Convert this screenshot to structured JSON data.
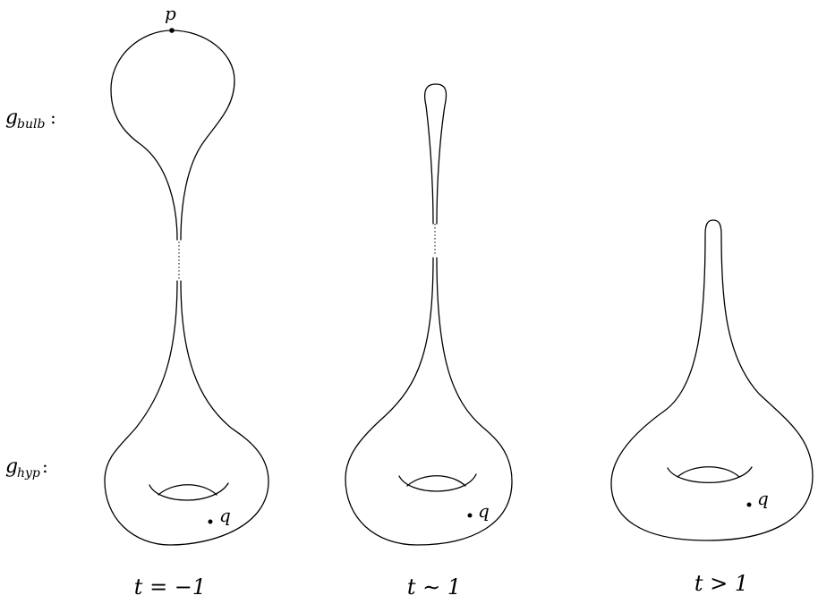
{
  "labels": {
    "bulb_g": "g",
    "bulb_sub": "bulb",
    "hyp_g": "g",
    "hyp_sub": "hyp",
    "colon": ":",
    "point_p": "p",
    "point_q1": "q",
    "point_q2": "q",
    "point_q3": "q"
  },
  "captions": {
    "left": "t = −1",
    "middle": "t ∼ 1",
    "right": "t > 1"
  }
}
